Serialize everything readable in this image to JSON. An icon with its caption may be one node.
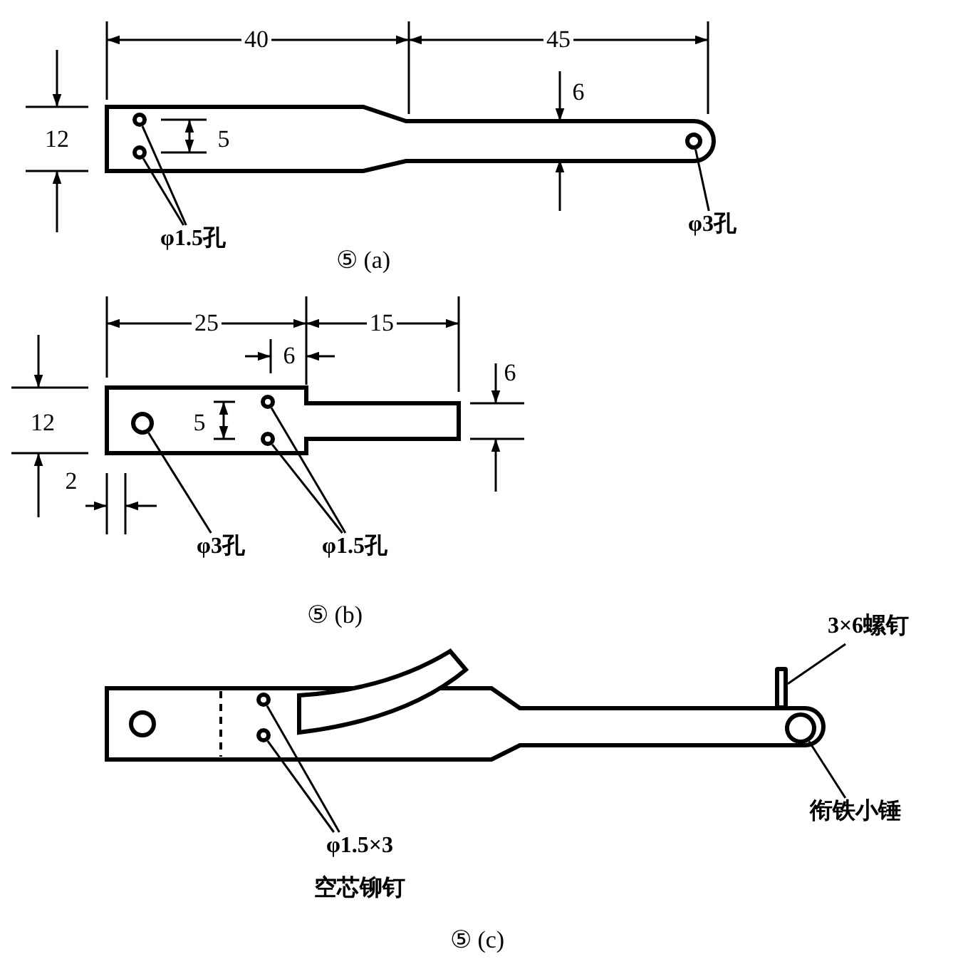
{
  "diagram": {
    "nodes": [
      {
        "text": [
          "φ1.5孔"
        ]
      },
      {
        "text": [],
        "shape": "circle"
      },
      {
        "text": [],
        "shape": "circle"
      },
      {
        "text": [
          "φ3孔"
        ]
      },
      {
        "text": [],
        "shape": "circle"
      },
      {
        "text": [],
        "shape": "circle"
      },
      {
        "text": [],
        "shape": "circle"
      },
      {
        "text": [],
        "shape": "circle"
      },
      {
        "text": [
          "φ3孔"
        ]
      },
      {
        "text": [
          "φ1.5孔"
        ]
      },
      {
        "text": [],
        "shape": "circle"
      },
      {
        "text": [],
        "shape": "circle"
      },
      {
        "text": [
          "φ1.5×3",
          "空芯铆钉"
        ]
      },
      {
        "text": [
          "3×6螺钉"
        ]
      },
      {
        "text": [],
        "shape": "bar"
      },
      {
        "text": [
          "衔铁小锤"
        ]
      },
      {
        "text": [],
        "shape": "circle"
      }
    ],
    "edges": [
      {
        "from": 0,
        "to": 1,
        "arrow": "none"
      },
      {
        "from": 0,
        "to": 2,
        "arrow": "none"
      },
      {
        "from": 3,
        "to": 4,
        "arrow": "none"
      },
      {
        "from": 8,
        "to": 5,
        "arrow": "none"
      },
      {
        "from": 9,
        "to": 6,
        "arrow": "none"
      },
      {
        "from": 9,
        "to": 7,
        "arrow": "none"
      },
      {
        "from": 12,
        "to": 10,
        "arrow": "none"
      },
      {
        "from": 12,
        "to": 11,
        "arrow": "none"
      },
      {
        "from": 13,
        "to": 14,
        "arrow": "none"
      },
      {
        "from": 15,
        "to": 16,
        "arrow": "none"
      }
    ],
    "labels": [
      "40",
      "45",
      "6",
      "12",
      "5",
      "⑤ (a)",
      "25",
      "15",
      "6",
      "6",
      "12",
      "5",
      "2",
      "⑤ (b)",
      "⑤ (c)"
    ]
  }
}
